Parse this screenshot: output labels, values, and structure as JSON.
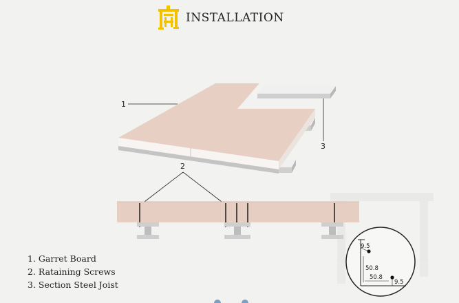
{
  "header": {
    "title": "INSTALLATION",
    "logo_color": "#f2c200"
  },
  "callouts": {
    "board": "1",
    "screws": "2",
    "joist": "3"
  },
  "legend": {
    "items": [
      {
        "text": "1. Garret Board"
      },
      {
        "text": "2. Rataining Screws"
      },
      {
        "text": "3. Section Steel Joist"
      }
    ]
  },
  "detail": {
    "top": "9.5",
    "height": "50.8",
    "width": "50.8",
    "flange": "9.5"
  },
  "colors": {
    "board": "#e6cfc2",
    "board_edge": "#d9bfb0",
    "steel": "#dcdcdc",
    "steel_dark": "#bcbcbc",
    "line": "#222222"
  }
}
